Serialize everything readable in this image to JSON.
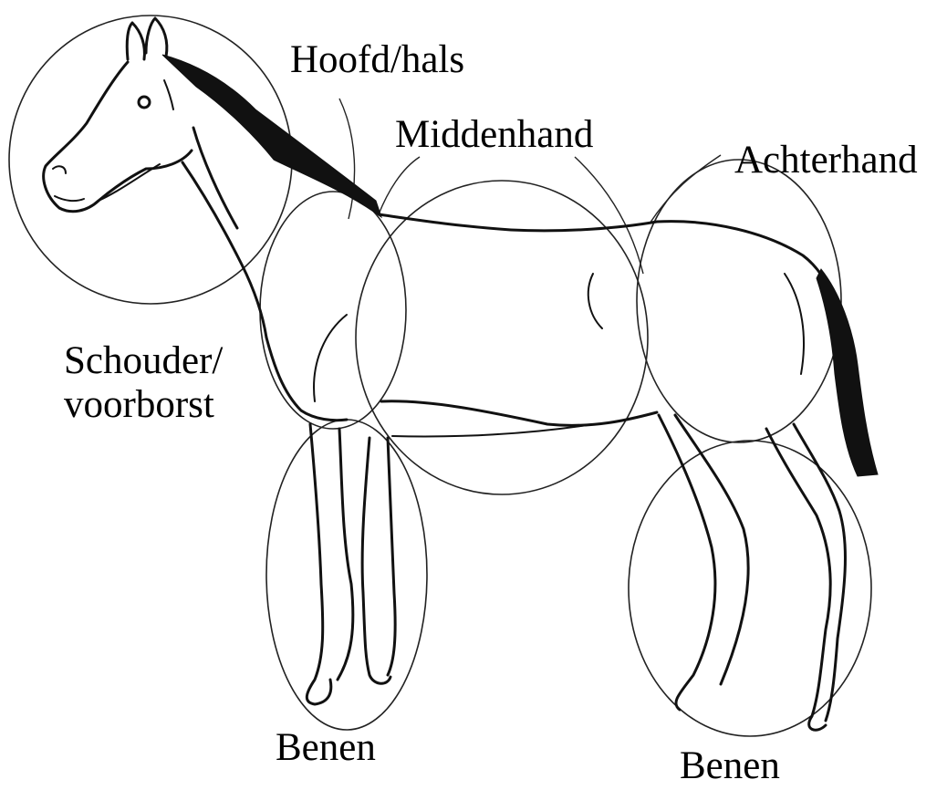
{
  "diagram": {
    "labels": {
      "head_neck": "Hoofd/hals",
      "middle": "Middenhand",
      "hindquarters": "Achterhand",
      "shoulder": "Schouder/\nvoorborst",
      "legs_front": "Benen",
      "legs_hind": "Benen"
    },
    "colors": {
      "line": "#111111",
      "background": "#ffffff"
    }
  }
}
